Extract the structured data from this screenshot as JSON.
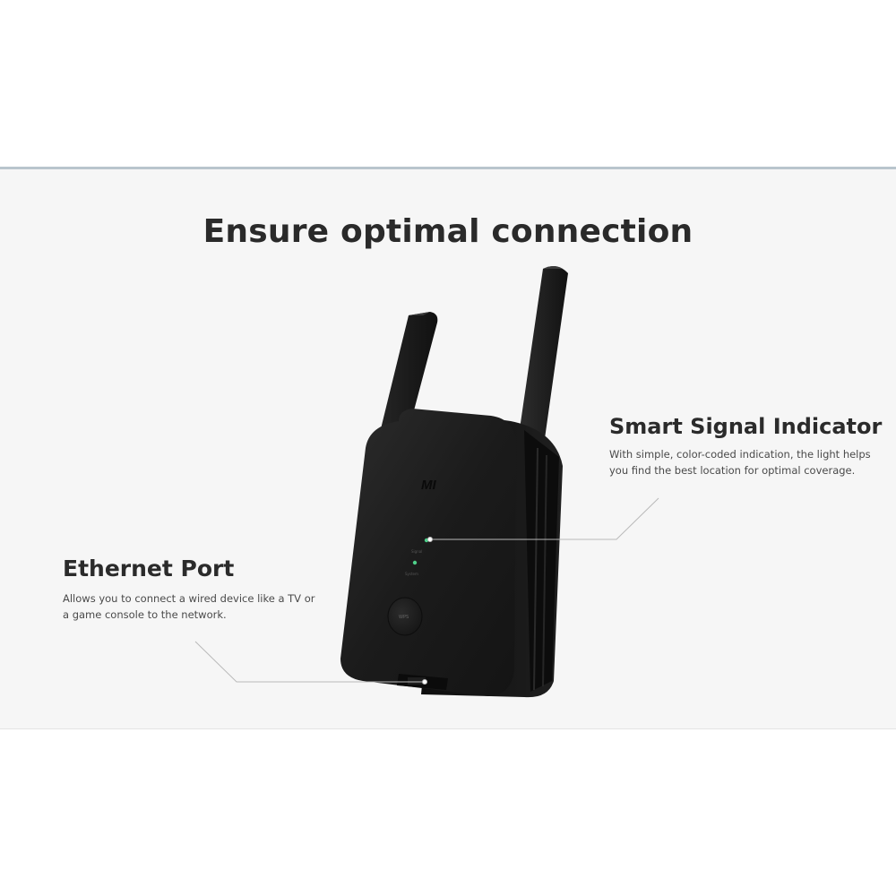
{
  "headline": "Ensure optimal connection",
  "features": {
    "smart_signal": {
      "title": "Smart Signal Indicator",
      "description": "With simple, color-coded indication, the light helps you find the best location for optimal coverage."
    },
    "ethernet": {
      "title": "Ethernet Port",
      "description": "Allows you to connect a wired device like a TV or a game console to the network."
    }
  },
  "device": {
    "brand_mark": "MI",
    "led_labels": [
      "Signal",
      "System"
    ],
    "button_label": "WPS",
    "body_color": "#1c1c1c",
    "led_color": "#4fd08a"
  },
  "colors": {
    "top_rule": "#b9c5cd",
    "panel_bg": "#f6f6f6",
    "callout_line": "#b9b9b9"
  }
}
